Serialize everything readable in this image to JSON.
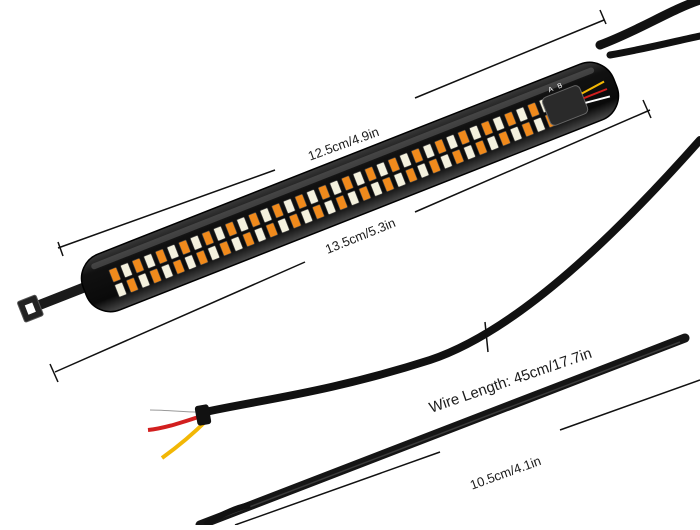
{
  "product": {
    "dimensions": {
      "led_length": "12.5cm/4.9in",
      "housing_length": "13.5cm/5.3in",
      "wire_length": "Wire Length: 45cm/17.7in",
      "tie_length": "10.5cm/4.1in"
    },
    "connector_labels": [
      "A",
      "B"
    ],
    "led_colors": {
      "white": "#f4f1de",
      "amber": "#f08a1c",
      "housing": "#1c1c1c"
    },
    "wire_colors": [
      "#ffffff",
      "#d21f1f",
      "#f2b705"
    ]
  }
}
